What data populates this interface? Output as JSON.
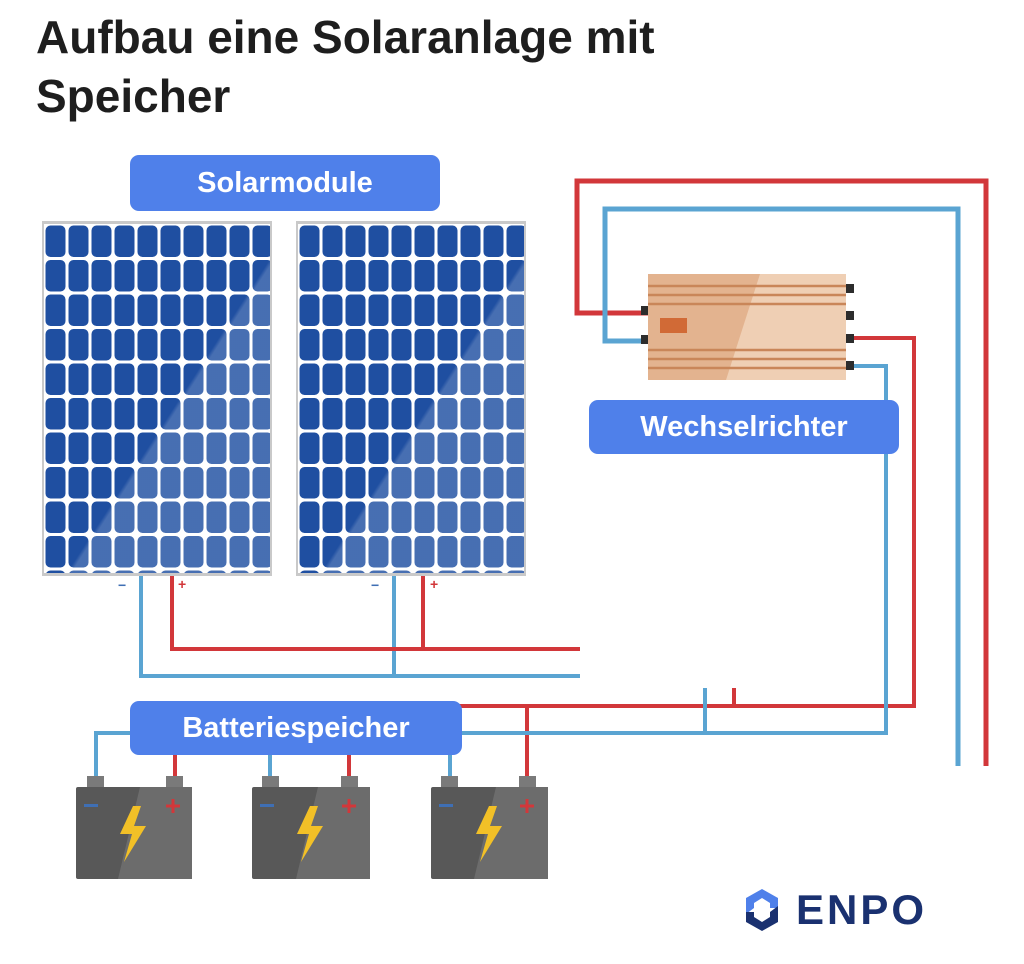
{
  "title": "Aufbau eine Solaranlage mit Speicher",
  "labels": {
    "solar": "Solarmodule",
    "inverter": "Wechselrichter",
    "battery": "Batteriespeicher"
  },
  "polarity": {
    "negative": "−",
    "positive": "+"
  },
  "logo": {
    "text": "ENPO"
  },
  "colors": {
    "positive_wire": "#d2373a",
    "negative_wire": "#5aa4d2",
    "label_pill": "#4f80ea",
    "panel_cell": "#1f4fa1",
    "inverter_body": "#e3b38f",
    "battery_body": "#585858",
    "bolt": "#f2c027",
    "logo": "#1a3170"
  },
  "icons": [
    "solar-panel-icon",
    "inverter-icon",
    "battery-icon",
    "lightning-bolt-icon",
    "enpo-logo-icon"
  ]
}
